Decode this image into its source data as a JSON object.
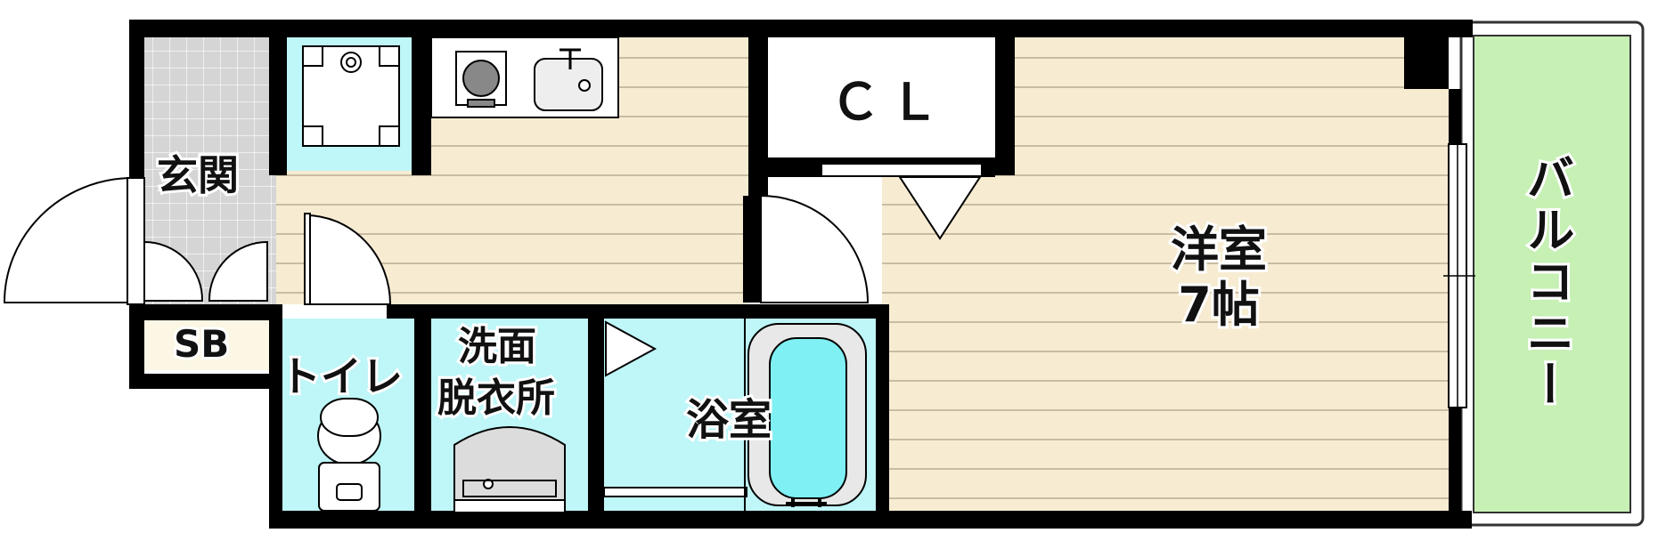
{
  "floor_plan": {
    "rooms": {
      "genkan": "玄関",
      "sb": "SB",
      "toilet": "トイレ",
      "washroom_line1": "洗面",
      "washroom_line2": "脱衣所",
      "bath": "浴室",
      "closet": "ＣＬ",
      "western_room": "洋室",
      "western_room_size": "7帖",
      "balcony": "バルコニー"
    }
  },
  "colors": {
    "wall": "#000000",
    "floor_wood": "#f7ecd2",
    "floor_line": "#b9ad92",
    "water_area": "#bff6f8",
    "tile": "#d5d5d5",
    "tile_line": "#ffffff",
    "balcony": "#c6f0b4",
    "sb_floor": "#fbf7e4",
    "bathtub": "#7ff0f3"
  }
}
